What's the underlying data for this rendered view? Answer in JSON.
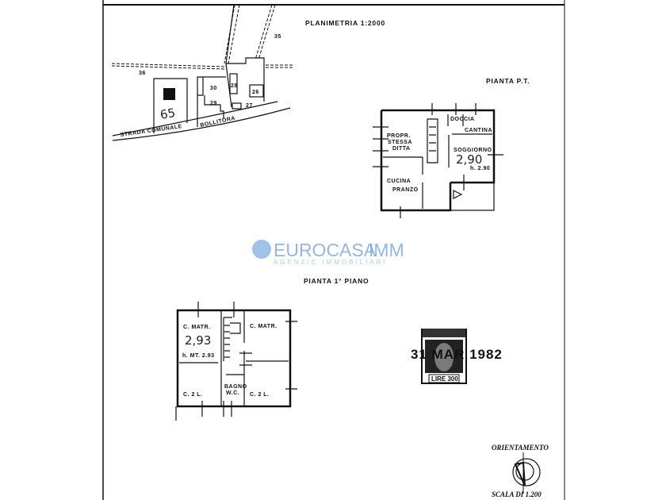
{
  "site_plan": {
    "title": "PLANIMETRIA 1:2000",
    "parcels": [
      "35",
      "36",
      "30",
      "29",
      "28",
      "26",
      "27"
    ],
    "road_label_1": "STRADA COMUNALE",
    "road_label_2": "BOLLITORA",
    "handwritten_note": "65"
  },
  "ground_floor": {
    "title": "PIANTA P.T.",
    "rooms": {
      "propr": "PROPR.",
      "stessa": "STESSA",
      "ditta": "DITTA",
      "doccia": "DOCCIA",
      "cantina": "CANTINA",
      "soggiorno": "SOGGIORNO",
      "cucina": "CUCINA",
      "pranzo": "PRANZO"
    },
    "height_handwritten": "2,90",
    "height_note": "h. 2.90"
  },
  "watermark": {
    "brand": "EUROCASA",
    "brand_suffix": "IMM",
    "tagline": "AGENZIE IMMOBILIARI"
  },
  "first_floor": {
    "title": "PIANTA 1° PIANO",
    "rooms": {
      "matr_left": "C. MATR.",
      "matr_right": "C. MATR.",
      "bagno": "BAGNO",
      "wc": "W.C.",
      "c2l_left": "C. 2 L.",
      "c2l_right": "C. 2 L."
    },
    "height_handwritten": "2,93",
    "height_note": "h. MT. 2.93"
  },
  "stamp": {
    "date": "31 MAR 1982",
    "value": "LIRE 300"
  },
  "orientation": {
    "title": "ORIENTAMENTO",
    "scale": "SCALA DI 1.200"
  }
}
